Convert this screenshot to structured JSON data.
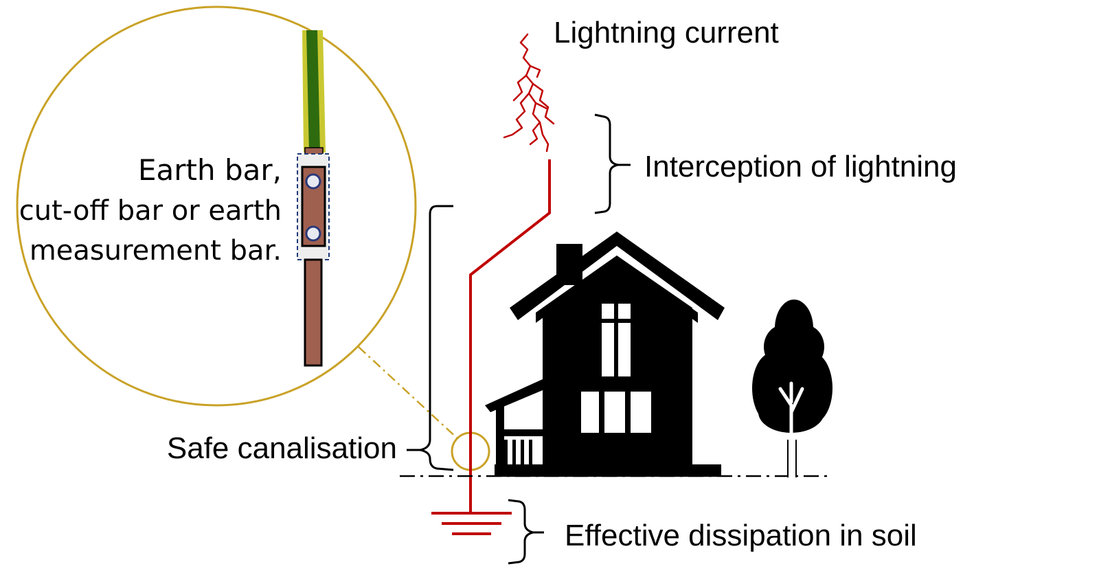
{
  "labels": {
    "lightning_current": "Lightning current",
    "interception": "Interception of lightning",
    "safe_canalisation": "Safe canalisation",
    "dissipation": "Effective dissipation in soil",
    "callout_line1": "Earth bar,",
    "callout_line2": "cut-off bar or earth",
    "callout_line3": "measurement bar."
  },
  "colors": {
    "conductor_red": "#c00000",
    "callout_gold": "#c9a227",
    "earth_bar_brown": "#a0604f",
    "cable_green": "#2e6b0f",
    "cable_yellow": "#c9c832",
    "silhouette": "#000000"
  },
  "icons": {
    "lightning": "lightning-bolt-icon",
    "house": "house-icon",
    "tree": "tree-icon",
    "ground": "earth-ground-symbol"
  }
}
